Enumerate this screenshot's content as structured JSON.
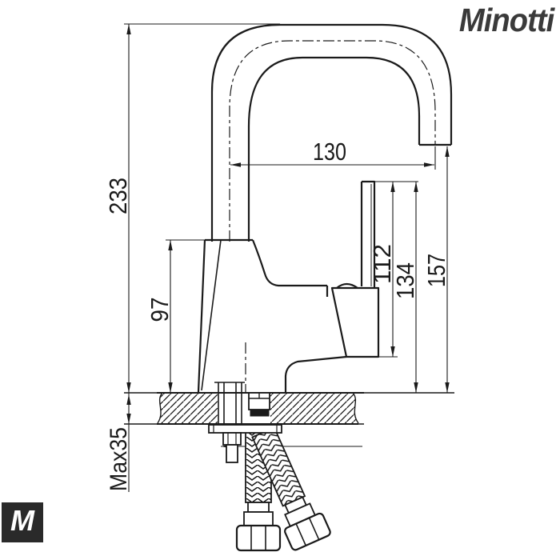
{
  "brand": {
    "logo_text": "Minotti",
    "badge_letter": "M"
  },
  "drawing": {
    "labels": {
      "overall_height": "233",
      "body_height": "97",
      "max_mounting_thickness": "Max35",
      "spout_reach": "130",
      "cartridge_height": "112",
      "handle_top_height": "134",
      "spout_outlet_height": "157"
    }
  }
}
